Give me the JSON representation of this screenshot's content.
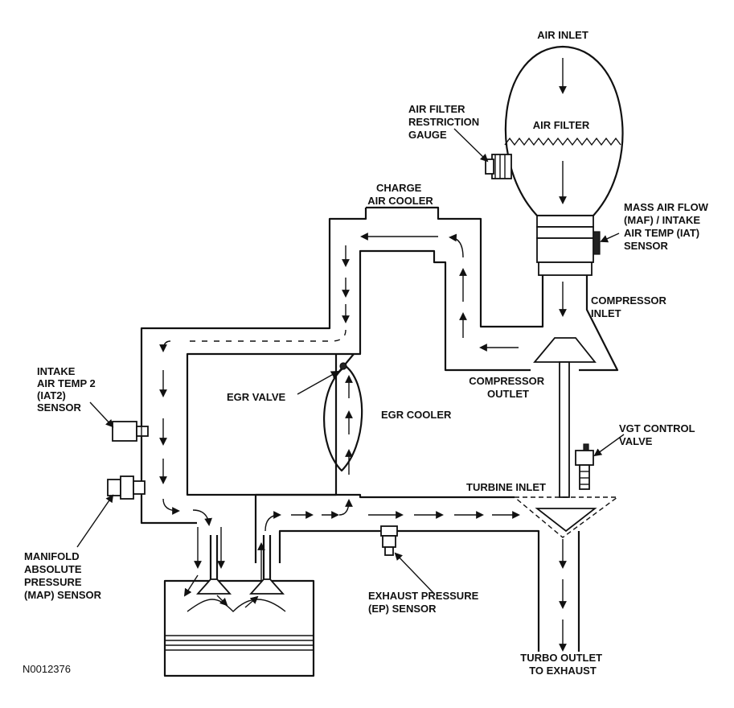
{
  "labels": {
    "air_inlet": "AIR INLET",
    "air_filter": "AIR FILTER",
    "air_filter_gauge": [
      "AIR FILTER",
      "RESTRICTION",
      "GAUGE"
    ],
    "charge_air_cooler": [
      "CHARGE",
      "AIR COOLER"
    ],
    "maf_iat": [
      "MASS AIR FLOW",
      "(MAF) / INTAKE",
      "AIR TEMP (IAT)",
      "SENSOR"
    ],
    "compressor_inlet": [
      "COMPRESSOR",
      "INLET"
    ],
    "compressor_outlet": [
      "COMPRESSOR",
      "OUTLET"
    ],
    "iat2": [
      "INTAKE",
      "AIR TEMP 2",
      "(IAT2)",
      "SENSOR"
    ],
    "egr_valve": "EGR VALVE",
    "egr_cooler": "EGR COOLER",
    "vgt_control_valve": [
      "VGT CONTROL",
      "VALVE"
    ],
    "turbine_inlet": "TURBINE INLET",
    "map_sensor": [
      "MANIFOLD",
      "ABSOLUTE",
      "PRESSURE",
      "(MAP) SENSOR"
    ],
    "exhaust_pressure": [
      "EXHAUST PRESSURE",
      "(EP) SENSOR"
    ],
    "turbo_outlet": [
      "TURBO OUTLET",
      "TO EXHAUST"
    ],
    "figure_id": "N0012376"
  }
}
